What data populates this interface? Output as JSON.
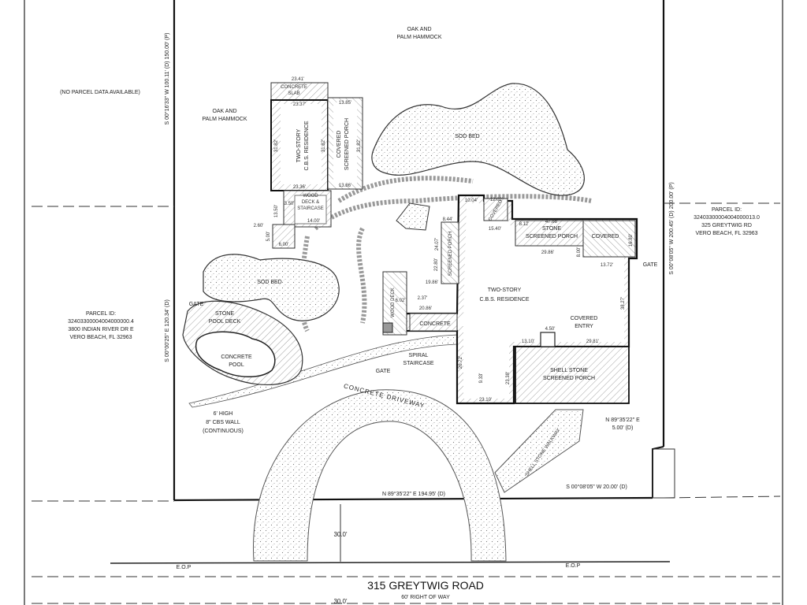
{
  "title": "315 GREYTWIG ROAD",
  "road_sub": "60' RIGHT OF WAY",
  "eop": "E.O.P",
  "dim_30": "30.0'",
  "bearings": {
    "north_left": "S 00°16'33\" W 100.11' (D) 150.00' (P)",
    "west_lower": "S 00°00'25\" E 120.34' (D)",
    "east_side": "S 00°08'05\" W 200.45' (D) 200.00' (P)",
    "south": "N 89°35'22\" E 194.95' (D)",
    "jog_n": "N 89°35'22\" E",
    "jog_n_dist": "5.00' (D)",
    "jog_s": "S 00°08'05\" W 20.00' (D)"
  },
  "labels": {
    "oak_top_1": "OAK AND",
    "oak_top_2": "PALM HAMMOCK",
    "oak_left_1": "OAK AND",
    "oak_left_2": "PALM HAMMOCK",
    "no_parcel": "(NO PARCEL DATA AVAILABLE)",
    "sod_bed_1": "SOD BED",
    "sod_bed_2": "SOD BED",
    "concrete_slab_1": "CONCRETE",
    "concrete_slab_2": "SLAB",
    "res_small_1": "TWO-STORY",
    "res_small_2": "C.B.S. RESIDENCE",
    "covered_porch_1": "COVERED",
    "covered_porch_2": "SCREENED PORCH",
    "wood_deck_1": "WOOD",
    "wood_deck_2": "DECK &",
    "wood_deck_3": "STAIRCASE",
    "stone_porch_1": "STONE",
    "stone_porch_2": "SCREENED PORCH",
    "covered": "COVERED",
    "covered_small": "COVERED",
    "screened_porch": "SCREENED PORCH",
    "main_res_1": "TWO-STORY",
    "main_res_2": "C.B.S. RESIDENCE",
    "wood_deck_v": "WOOD DECK",
    "concrete": "CONCRETE",
    "covered_entry_1": "COVERED",
    "covered_entry_2": "ENTRY",
    "shell_porch_1": "SHELL STONE",
    "shell_porch_2": "SCREENED PORCH",
    "spiral_1": "SPIRAL",
    "spiral_2": "STAIRCASE",
    "gate_1": "GATE",
    "gate_2": "GATE",
    "gate_3": "GATE",
    "stone_pool_deck_1": "STONE",
    "stone_pool_deck_2": "POOL DECK",
    "concrete_pool_1": "CONCRETE",
    "concrete_pool_2": "POOL",
    "driveway": "CONCRETE DRIVEWAY",
    "walkway": "SHELL STONE WALKWAY",
    "wall_1": "6' HIGH",
    "wall_2": "8\" CBS WALL",
    "wall_3": "(CONTINUOUS)"
  },
  "parcel_left": {
    "line1": "PARCEL ID:",
    "line2": "32403300004004000000.4",
    "line3": "3800 INDIAN RIVER DR E",
    "line4": "VERO BEACH, FL 32963"
  },
  "parcel_right": {
    "line1": "PARCEL ID:",
    "line2": "32403300004004000013.0",
    "line3": "325 GREYTWIG RD",
    "line4": "VERO BEACH, FL 32963"
  },
  "dims": [
    "23.41'",
    "23.37'",
    "13.85'",
    "23.36'",
    "13.86'",
    "31.82'",
    "31.82'",
    "31.82'",
    "14.00'",
    "13.50'",
    "3.50'",
    "2.60'",
    "5.00'",
    "6.00'",
    "10.04'",
    "12.02'",
    "15.40'",
    "8.12'",
    "47.68'",
    "8.44'",
    "24.07'",
    "29.86'",
    "13.72'",
    "22.80'",
    "19.86'",
    "2.37'",
    "20.86'",
    "26.72'",
    "23.38'",
    "23.10'",
    "4.50'",
    "29.81'",
    "13.10'",
    "38.27'",
    "8.00'",
    "16.80'",
    "6.02'",
    "9.33'"
  ]
}
